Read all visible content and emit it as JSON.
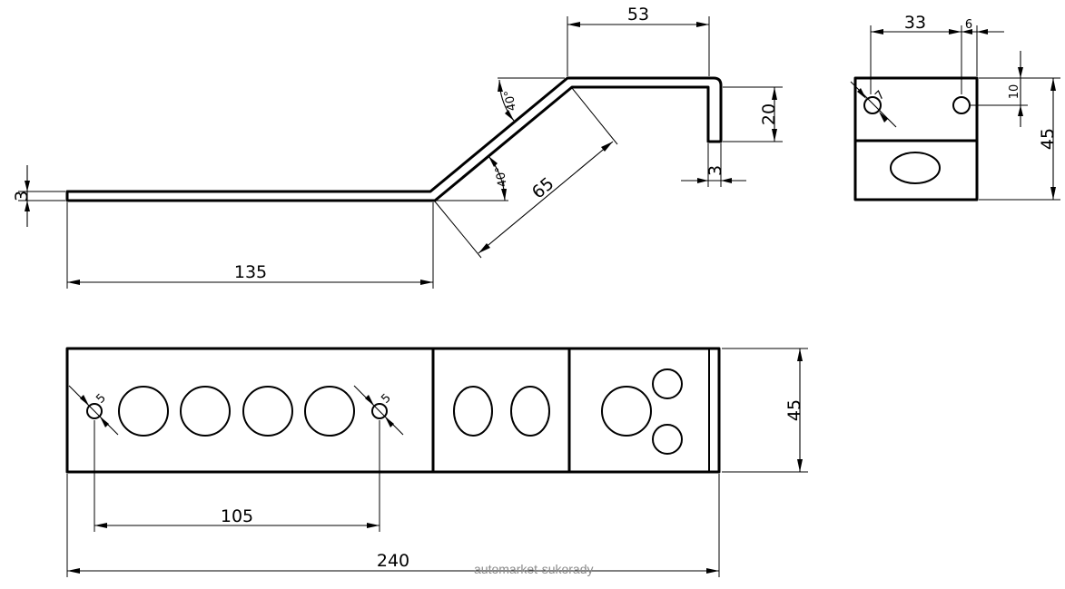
{
  "watermark": "automarket-sukorady",
  "side_view": {
    "dim_flat_length": "135",
    "dim_slope_length": "65",
    "dim_top_length": "53",
    "dim_drop_height": "20",
    "dim_thickness_left": "3",
    "dim_thickness_right": "3",
    "angle_lower": "40°",
    "angle_upper": "40°"
  },
  "end_view": {
    "dim_width": "33",
    "dim_offset": "6",
    "dim_hole_height": "10",
    "dim_height": "45",
    "dim_hole_dia": "7"
  },
  "top_view": {
    "dim_hole_spacing": "105",
    "dim_total_length": "240",
    "dim_height": "45",
    "dim_hole_dia_left": "5",
    "dim_hole_dia_right": "5"
  }
}
